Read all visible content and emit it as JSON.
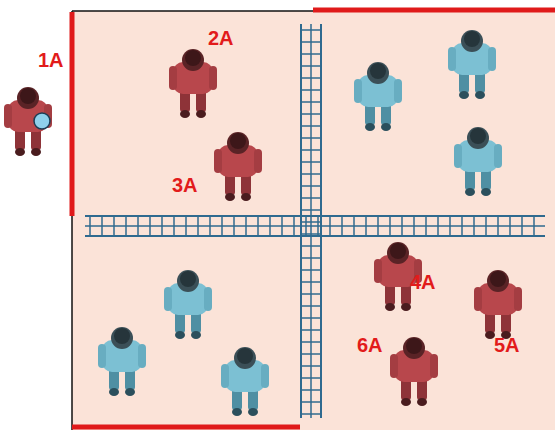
{
  "diagram": {
    "labels": [
      "1A",
      "2A",
      "3A",
      "4A",
      "5A",
      "6A"
    ]
  }
}
